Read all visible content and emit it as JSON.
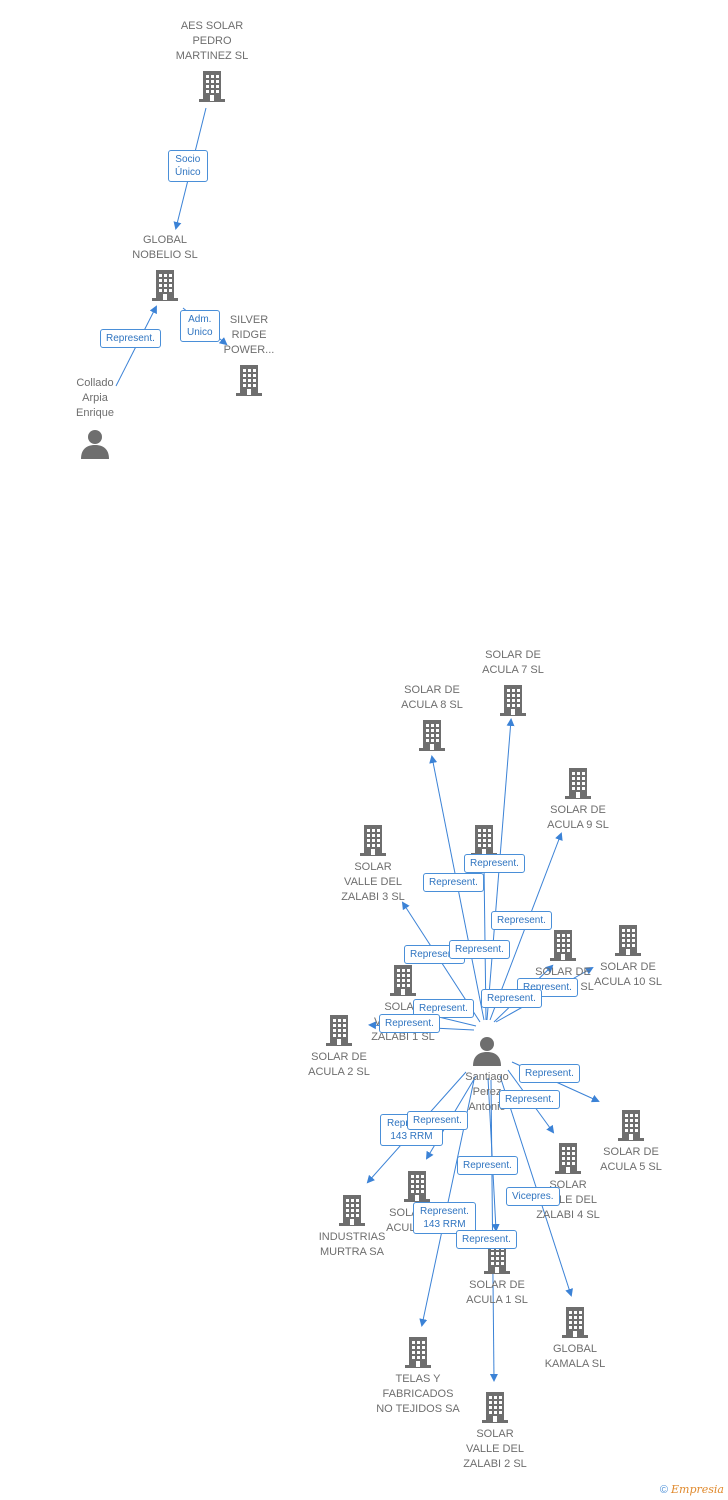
{
  "colors": {
    "node": "#6e6e6e",
    "edge": "#3b82d6",
    "label_border": "#4a8fd8"
  },
  "nodes": [
    {
      "id": "aes",
      "type": "company",
      "name": "AES SOLAR\nPEDRO\nMARTINEZ SL"
    },
    {
      "id": "nobelio",
      "type": "company",
      "name": "GLOBAL\nNOBELIO SL"
    },
    {
      "id": "silver",
      "type": "company",
      "name": "SILVER\nRIDGE\nPOWER..."
    },
    {
      "id": "collado",
      "type": "person",
      "name": "Collado\nArpia\nEnrique"
    },
    {
      "id": "acula7",
      "type": "company",
      "name": "SOLAR DE\nACULA 7 SL"
    },
    {
      "id": "acula8",
      "type": "company",
      "name": "SOLAR DE\nACULA 8 SL"
    },
    {
      "id": "acula9",
      "type": "company",
      "name": "SOLAR DE\nACULA 9 SL"
    },
    {
      "id": "valle3",
      "type": "company",
      "name": "SOLAR\nVALLE DEL\nZALABI 3 SL"
    },
    {
      "id": "mid6",
      "type": "company",
      "name": "S...6 SL"
    },
    {
      "id": "acula10",
      "type": "company",
      "name": "SOLAR DE\nACULA 10 SL"
    },
    {
      "id": "acula3",
      "type": "company",
      "name": "SOLAR DE\nACULA 3 SL"
    },
    {
      "id": "valle1",
      "type": "company",
      "name": "SOLAR\nVALLE DEL\nZALABI 1 SL"
    },
    {
      "id": "acula2",
      "type": "company",
      "name": "SOLAR DE\nACULA 2 SL"
    },
    {
      "id": "santiago",
      "type": "person",
      "name": "Santiago\nPerez\nAntonio"
    },
    {
      "id": "acula5",
      "type": "company",
      "name": "SOLAR DE\nACULA 5 SL"
    },
    {
      "id": "valle4",
      "type": "company",
      "name": "SOLAR\nVALLE DEL\nZALABI 4 SL"
    },
    {
      "id": "murtra",
      "type": "company",
      "name": "INDUSTRIAS\nMURTRA SA"
    },
    {
      "id": "acula4",
      "type": "company",
      "name": "SOLAR DE\nACULA 4 SL"
    },
    {
      "id": "acula1",
      "type": "company",
      "name": "SOLAR DE\nACULA 1 SL"
    },
    {
      "id": "kamala",
      "type": "company",
      "name": "GLOBAL\nKAMALA SL"
    },
    {
      "id": "telas",
      "type": "company",
      "name": "TELAS Y\nFABRICADOS\nNO TEJIDOS SA"
    },
    {
      "id": "valle2",
      "type": "company",
      "name": "SOLAR\nVALLE DEL\nZALABI 2 SL"
    }
  ],
  "edges": [
    {
      "from": "aes",
      "to": "nobelio",
      "label": "Socio\nÚnico"
    },
    {
      "from": "collado",
      "to": "nobelio",
      "label": "Represent."
    },
    {
      "from": "nobelio",
      "to": "silver",
      "label": "Adm.\nUnico"
    },
    {
      "from": "santiago",
      "to": "acula7",
      "label": "Represent."
    },
    {
      "from": "santiago",
      "to": "acula8",
      "label": "Represent."
    },
    {
      "from": "santiago",
      "to": "acula9",
      "label": "Represent."
    },
    {
      "from": "santiago",
      "to": "valle3",
      "label": "Represent."
    },
    {
      "from": "santiago",
      "to": "mid6",
      "label": "Represent."
    },
    {
      "from": "santiago",
      "to": "acula10",
      "label": "Represent."
    },
    {
      "from": "santiago",
      "to": "acula3",
      "label": "Represent."
    },
    {
      "from": "santiago",
      "to": "valle1",
      "label": "Represent."
    },
    {
      "from": "santiago",
      "to": "acula2",
      "label": "Represent."
    },
    {
      "from": "santiago",
      "to": "acula5",
      "label": "Represent."
    },
    {
      "from": "santiago",
      "to": "valle4",
      "label": "Represent."
    },
    {
      "from": "santiago",
      "to": "murtra",
      "label": "Represent.\n143 RRM"
    },
    {
      "from": "santiago",
      "to": "acula4",
      "label": "Represent."
    },
    {
      "from": "santiago",
      "to": "acula1",
      "label": "Represent."
    },
    {
      "from": "santiago",
      "to": "kamala",
      "label": "Vicepres."
    },
    {
      "from": "santiago",
      "to": "telas",
      "label": "Represent.\n143 RRM"
    },
    {
      "from": "santiago",
      "to": "valle2",
      "label": "Represent."
    }
  ],
  "copyright": {
    "symbol": "©",
    "brand": "Empresia"
  }
}
